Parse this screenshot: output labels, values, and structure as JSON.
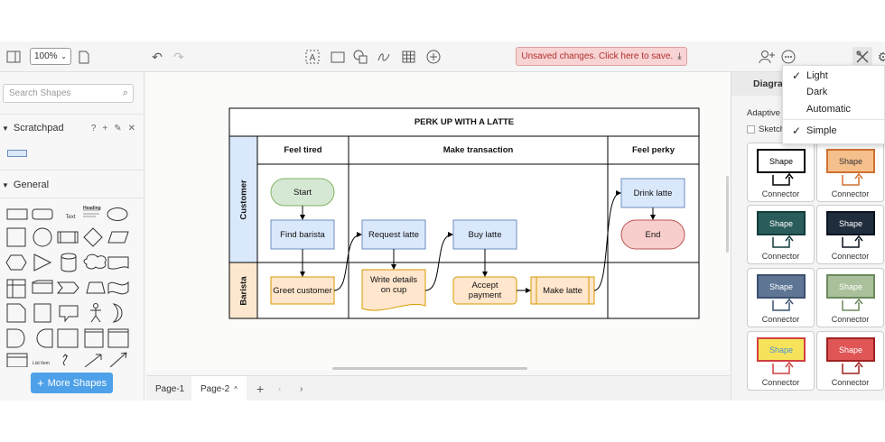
{
  "toolbar": {
    "zoom": "100%",
    "unsaved": "Unsaved changes. Click here to save."
  },
  "left": {
    "search_placeholder": "Search Shapes",
    "scratchpad": "Scratchpad",
    "general": "General",
    "more_shapes": "More Shapes",
    "text_shape": "Text",
    "heading_shape": "Heading",
    "list_item": "List Item"
  },
  "diagram": {
    "title": "PERK UP WITH A LATTE",
    "lanes": [
      "Customer",
      "Barista"
    ],
    "phases": [
      "Feel tired",
      "Make transaction",
      "Feel perky"
    ],
    "nodes": {
      "start": "Start",
      "find_barista": "Find barista",
      "request_latte": "Request latte",
      "buy_latte": "Buy latte",
      "drink_latte": "Drink latte",
      "end": "End",
      "greet_customer": "Greet customer",
      "write_details": "Write details on cup",
      "accept_payment": "Accept payment",
      "make_latte": "Make latte"
    }
  },
  "pages": {
    "page1": "Page-1",
    "page2": "Page-2"
  },
  "right": {
    "diagram_tab": "Diagra",
    "adaptive": "Adaptive",
    "sketch": "Sketch",
    "style_cards": [
      {
        "shape": "Shape",
        "connector": "Connector",
        "fill": "#ffffff",
        "stroke": "#000000",
        "text": "#000000"
      },
      {
        "shape": "Shape",
        "connector": "Connector",
        "fill": "#f5c08c",
        "stroke": "#d07030",
        "text": "#333333"
      },
      {
        "shape": "Shape",
        "connector": "Connector",
        "fill": "#2b5c5c",
        "stroke": "#123c3c",
        "text": "#ffffff"
      },
      {
        "shape": "Shape",
        "connector": "Connector",
        "fill": "#1f2d3d",
        "stroke": "#0a1420",
        "text": "#ffffff"
      },
      {
        "shape": "Shape",
        "connector": "Connector",
        "fill": "#5e7694",
        "stroke": "#3c5070",
        "text": "#ffffff"
      },
      {
        "shape": "Shape",
        "connector": "Connector",
        "fill": "#a9c09a",
        "stroke": "#6b8a5c",
        "text": "#ffffff"
      },
      {
        "shape": "Shape",
        "connector": "Connector",
        "fill": "#f7e35a",
        "stroke": "#d04040",
        "text": "#4a90d9"
      },
      {
        "shape": "Shape",
        "connector": "Connector",
        "fill": "#e05555",
        "stroke": "#a02020",
        "text": "#ffffff"
      }
    ]
  },
  "menu": {
    "items": [
      "Light",
      "Dark",
      "Automatic",
      "Simple"
    ]
  },
  "colors": {
    "customer_lane": "#dae8fc",
    "barista_lane": "#fde8cf",
    "green_node": "#d5e8d4",
    "red_node": "#f8cecc",
    "blue_node": "#dae8fc",
    "orange_node": "#ffe6cc",
    "accent": "#4ea1e8"
  }
}
